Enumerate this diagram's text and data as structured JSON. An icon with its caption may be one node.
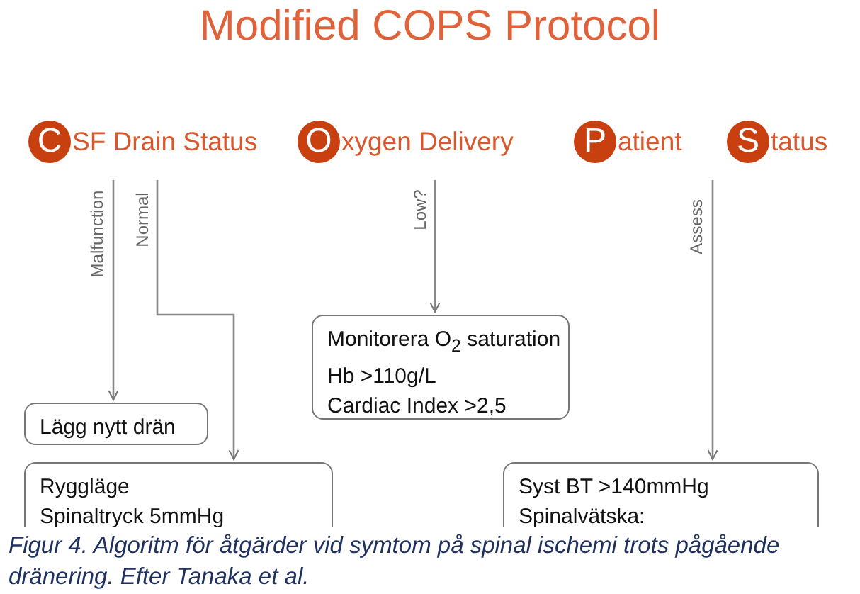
{
  "diagram": {
    "title": "Modified COPS Protocol",
    "caption": "Figur 4. Algoritm för åtgärder vid symtom på spinal ischemi trots pågående dränering. Efter Tanaka et al.",
    "nodes": [
      {
        "text": [
          "C",
          "SF Drain Status"
        ]
      },
      {
        "text": [
          "O",
          "xygen Delivery"
        ]
      },
      {
        "text": [
          "P",
          "atient"
        ]
      },
      {
        "text": [
          "S",
          "tatus"
        ]
      },
      {
        "text": [
          "Lägg nytt drän"
        ]
      },
      {
        "text": [
          "Ryggläge",
          "Spinaltryck 5mmHg"
        ]
      },
      {
        "text": [
          "Monitorera O$_{2}$ saturation",
          "Hb >110g/L",
          "Cardiac Index >2,5"
        ]
      },
      {
        "text": [
          "Syst BT >140mmHg",
          "Spinalvätska:"
        ]
      }
    ],
    "edges": [
      {
        "from": 0,
        "to": 4,
        "arrow": "to",
        "label": "Malfunction"
      },
      {
        "from": 0,
        "to": 5,
        "arrow": "to",
        "label": "Normal"
      },
      {
        "from": 1,
        "to": 6,
        "arrow": "to",
        "label": "Low?"
      },
      {
        "from": 3,
        "to": 7,
        "arrow": "to",
        "label": "Assess"
      }
    ]
  }
}
